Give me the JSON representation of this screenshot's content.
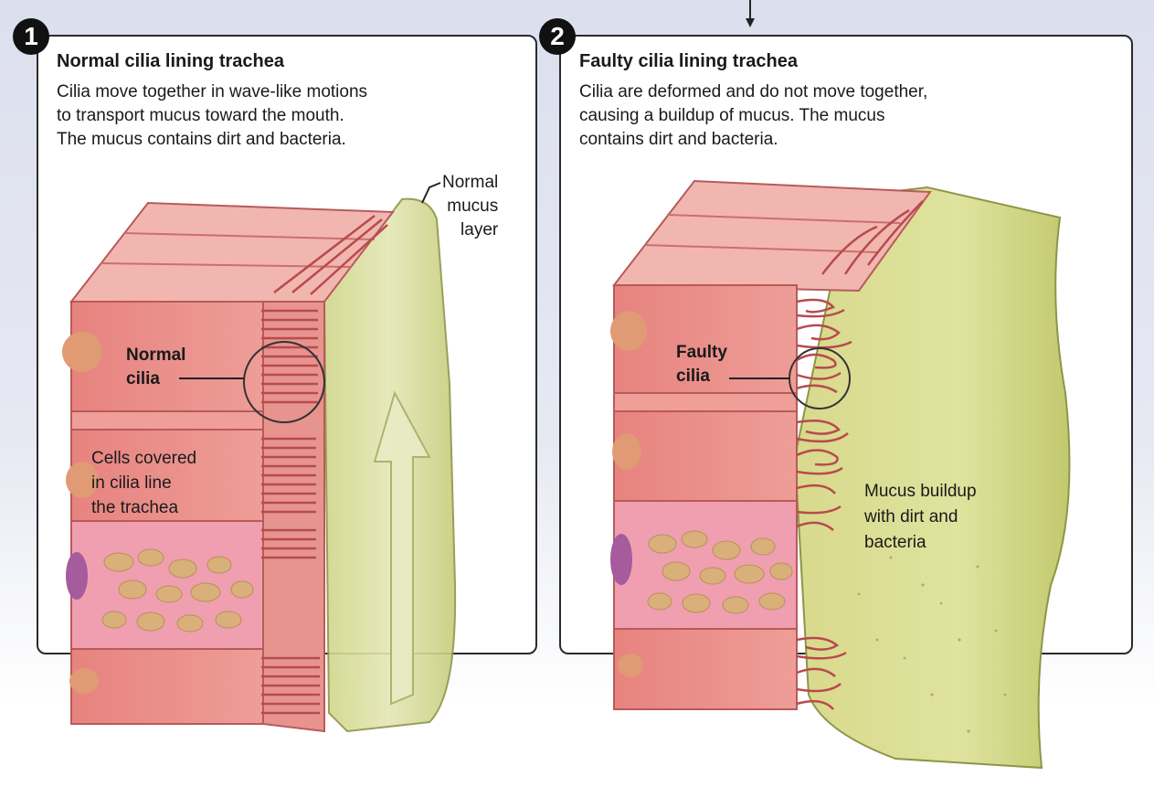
{
  "panel1": {
    "number": "1",
    "title": "Normal cilia lining trachea",
    "description": "Cilia move together in wave-like motions\nto transport mucus toward the mouth.\nThe mucus contains dirt and bacteria."
  },
  "panel2": {
    "number": "2",
    "title": "Faulty cilia lining trachea",
    "description": "Cilia are deformed and do not move together,\ncausing a buildup of mucus. The mucus\ncontains dirt and bacteria."
  },
  "labels": {
    "normal_mucus_layer": "Normal\nmucus\nlayer",
    "normal_cilia": "Normal\ncilia",
    "cells_covered": "Cells covered\nin cilia line\nthe trachea",
    "faulty_cilia": "Faulty\ncilia",
    "mucus_buildup": "Mucus buildup\nwith dirt and\nbacteria"
  },
  "colors": {
    "cell_pink": "#e88a86",
    "cell_light": "#f2b3ae",
    "cilia_red": "#b84a4e",
    "mucus_green": "#d8dd9a",
    "mucus_dark": "#b9c26a",
    "nucleus_tan": "#d9a071",
    "panel_border": "#2b2b2b"
  }
}
